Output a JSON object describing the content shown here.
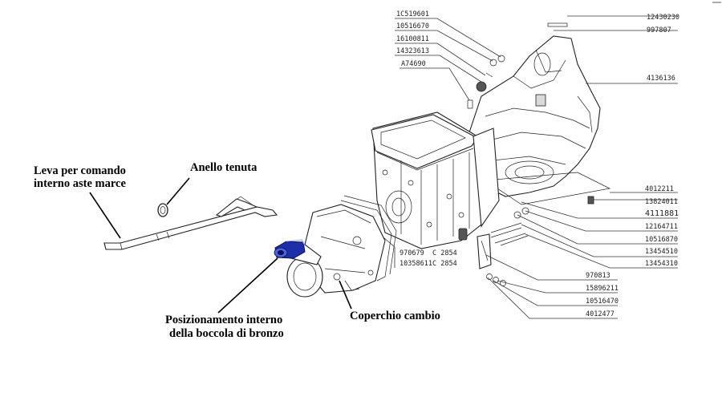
{
  "labels": {
    "leva": [
      "Leva per comando",
      "interno aste marce"
    ],
    "anello": "Anello tenuta",
    "posizionamento": [
      "Posizionamento interno",
      "della boccola di bronzo"
    ],
    "coperchio": "Coperchio cambio"
  },
  "part_numbers": {
    "top_left": [
      "1C519601",
      "10516670",
      "16100811",
      "14323613",
      "A74690"
    ],
    "top_right": [
      "12430230",
      "997807",
      "4136136"
    ],
    "right": [
      "4012211",
      "13824011",
      "4111881",
      "12164711",
      "10516870",
      "13454510",
      "13454310"
    ],
    "lower_right": [
      "970813",
      "15896211",
      "10516470",
      "4012477"
    ],
    "center": [
      {
        "code": "970679",
        "tag": "C 2854"
      },
      {
        "code": "10358611",
        "tag": "C 2854"
      }
    ]
  },
  "colors": {
    "highlight": "#2e3fbf",
    "ink": "#222222"
  }
}
